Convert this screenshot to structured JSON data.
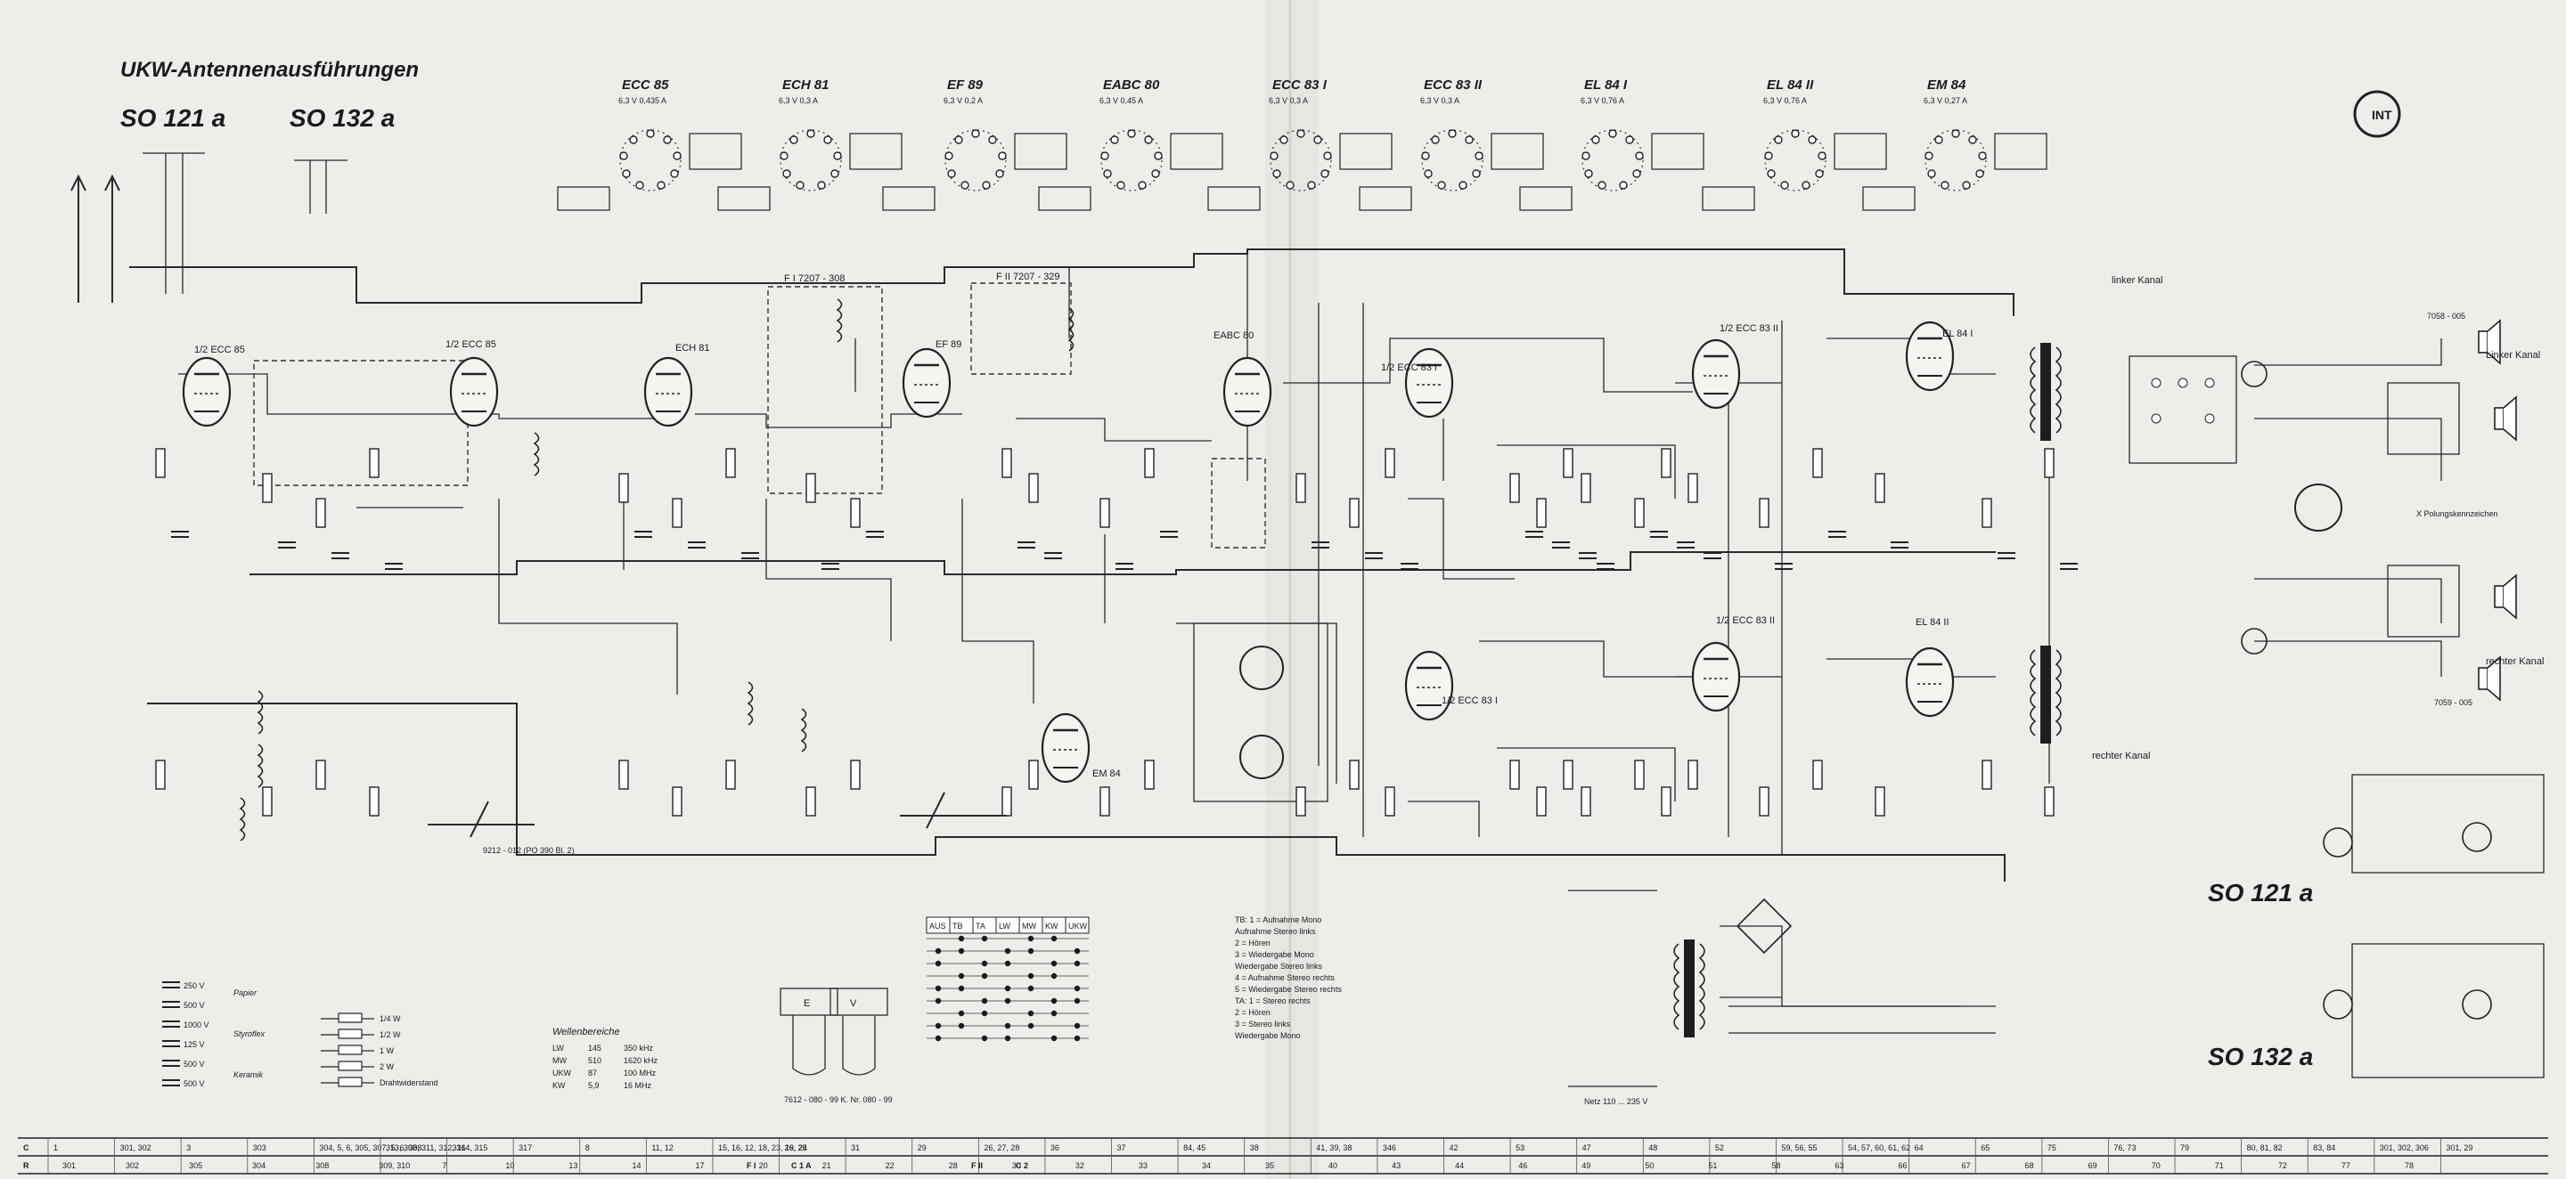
{
  "header": {
    "title": "UKW-Antennenausführungen",
    "so_121_label": "SO 121 a",
    "so_132_label": "SO 132 a"
  },
  "logo_text": "INT",
  "tube_sockets": [
    {
      "name": "ECC 85",
      "spec": "6,3 V 0,435 A"
    },
    {
      "name": "ECH 81",
      "spec": "6,3 V 0,3 A"
    },
    {
      "name": "EF 89",
      "spec": "6,3 V 0,2 A"
    },
    {
      "name": "EABC 80",
      "spec": "6,3 V 0,45 A"
    },
    {
      "name": "ECC 83 I",
      "spec": "6,3 V 0,3 A"
    },
    {
      "name": "ECC 83 II",
      "spec": "6,3 V 0,3 A"
    },
    {
      "name": "EL 84 I",
      "spec": "6,3 V 0,76 A"
    },
    {
      "name": "EL 84 II",
      "spec": "6,3 V 0,76 A"
    },
    {
      "name": "EM 84",
      "spec": "6,3 V 0,27 A"
    }
  ],
  "stages": {
    "ecc85": "1/2 ECC 85",
    "ecc85b": "1/2 ECC 85",
    "ech81": "ECH 81",
    "ef89": "EF 89",
    "eabc80": "EABC 80",
    "ecc831a": "1/2 ECC 83 I",
    "ecc831b": "1/2 ECC 83 I",
    "ecc832a": "1/2 ECC 83 II",
    "ecc832b": "1/2 ECC 83 II",
    "el841": "EL 84 I",
    "el842": "EL 84 II",
    "em84": "EM 84"
  },
  "filters": {
    "f1": "F I 7207 - 308",
    "f2": "F II 7207 - 329"
  },
  "channels": {
    "left": "linker Kanal",
    "right": "rechter Kanal"
  },
  "speakers": {
    "top_code": "7058 - 005",
    "bottom_code": "7059 - 005",
    "left_label": "Linker Kanal",
    "right_label": "rechter Kanal",
    "polarity": "X Polungskennzeichen"
  },
  "wave_ranges": {
    "heading": "Wellenbereiche",
    "rows": [
      {
        "band": "LW",
        "from": "145",
        "to": "350 kHz"
      },
      {
        "band": "MW",
        "from": "510",
        "to": "1620 kHz"
      },
      {
        "band": "UKW",
        "from": "87",
        "to": "100 MHz"
      },
      {
        "band": "KW",
        "from": "5,9",
        "to": "16 MHz"
      }
    ]
  },
  "tb_legend": [
    "TB: 1 = Aufnahme   Mono",
    "Aufnahme   Stereo links",
    "2 = Hören",
    "3 = Wiedergabe   Mono",
    "Wiedergabe   Stereo links",
    "4 = Aufnahme   Stereo rechts",
    "5 = Wiedergabe   Stereo rechts",
    "TA: 1 = Stereo rechts",
    "2 = Hören",
    "3 = Stereo links",
    "Wiedergabe   Mono"
  ],
  "switch_table_header": [
    "AUS",
    "TB",
    "TA",
    "LW",
    "MW",
    "KW",
    "UKW"
  ],
  "notes": {
    "knr": "7612 - 080 - 99  K. Nr. 080 - 99",
    "mains": "Netz 110 ... 235 V",
    "coil_code": "9212 - 012 (PO 390 Bl. 2)"
  },
  "legend_left": {
    "rows": [
      "250 V",
      "500 V",
      "1000 V",
      "125 V",
      "500 V",
      "500 V"
    ],
    "kinds": [
      "Papier",
      "Styroflex",
      "Keramik"
    ],
    "power": [
      "1/4 W",
      "1/2 W",
      "1 W",
      "2 W",
      "Drahtwiderstand"
    ]
  },
  "bottom_ruler_row1": [
    "1",
    "301, 302",
    "3",
    "303",
    "304, 5, 6, 305, 307, 5, 6, 308",
    "313, 308, 311, 312, 314, 315",
    "316",
    "317",
    "8",
    "11, 12",
    "15, 16, 12, 18, 23, 19, 24",
    "26, 25",
    "31",
    "29",
    "26, 27, 28",
    "36",
    "37",
    "84, 45",
    "38",
    "41, 39, 38",
    "346",
    "42",
    "53",
    "47",
    "48",
    "52",
    "59, 56, 55",
    "54, 57, 60, 61, 62",
    "64",
    "65",
    "75",
    "76, 73",
    "79",
    "80, 81, 82",
    "83, 84",
    "301, 302, 306",
    "301, 29"
  ],
  "bottom_ruler_row2": [
    "301",
    "302",
    "305",
    "304",
    "308",
    "309, 310",
    "7",
    "10",
    "13",
    "14",
    "17",
    "20",
    "21",
    "22",
    "28",
    "30",
    "32",
    "33",
    "34",
    "35",
    "40",
    "43",
    "44",
    "46",
    "49",
    "50",
    "51",
    "58",
    "63",
    "66",
    "67",
    "68",
    "69",
    "70",
    "71",
    "72",
    "77",
    "78"
  ],
  "bottom_ruler_marks": [
    "C",
    "R",
    "F I",
    "C 1 A",
    "F II",
    "C 2"
  ],
  "colors": {
    "paper": "#eeedea",
    "ink": "#1b1b1b"
  }
}
